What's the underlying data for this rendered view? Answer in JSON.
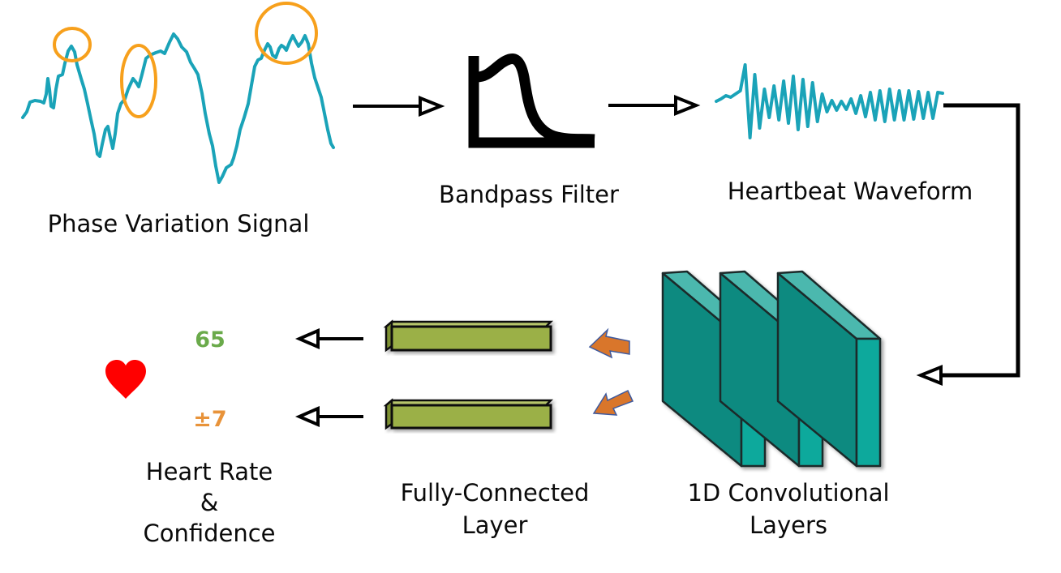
{
  "title": "Heart rate estimation pipeline",
  "colors": {
    "signal": "#1aa3b8",
    "highlight": "#f7a01c",
    "conv_front": "#0f8a80",
    "conv_side": "#0aa99c",
    "conv_top": "#4bb8ae",
    "fc_bar": "#9bb046",
    "flow_arrow": "#d9762b",
    "heart": "#ff0000",
    "rate_value": "#6aaa4a",
    "confidence_value": "#e8933a"
  },
  "stages": {
    "phase_signal": {
      "label": "Phase Variation Signal",
      "highlights": 3
    },
    "bandpass": {
      "label": "Bandpass Filter"
    },
    "heartbeat": {
      "label": "Heartbeat Waveform"
    },
    "conv": {
      "label_line1": "1D Convolutional",
      "label_line2": "Layers",
      "layer_count": 3
    },
    "fc": {
      "label_line1": "Fully-Connected",
      "label_line2": "Layer",
      "bar_count": 2
    },
    "output": {
      "heart_rate_value": "65",
      "confidence_value": "±7",
      "label_line1": "Heart Rate",
      "label_line2": "&",
      "label_line3": "Confidence"
    }
  },
  "icons": {
    "heart": "heart-icon",
    "filter": "bandpass-filter-icon"
  }
}
